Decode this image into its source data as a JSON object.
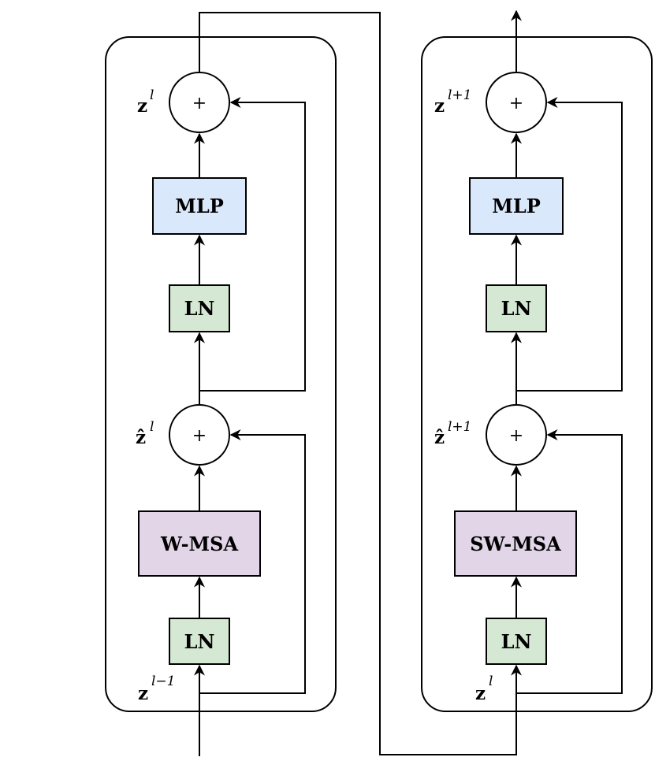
{
  "colors": {
    "mlp_fill": "#dae8fc",
    "ln_fill": "#d5e8d4",
    "msa_fill": "#e1d5e7",
    "stroke": "#000000"
  },
  "blocks": [
    {
      "mlp_label": "MLP",
      "ln_top_label": "LN",
      "attention_label": "W-MSA",
      "ln_bottom_label": "LN",
      "add_top_symbol": "+",
      "add_bottom_symbol": "+",
      "out_var": "z",
      "out_sup": "l",
      "mid_var": "ẑ",
      "mid_sup": "l",
      "in_var": "z",
      "in_sup": "l−1"
    },
    {
      "mlp_label": "MLP",
      "ln_top_label": "LN",
      "attention_label": "SW-MSA",
      "ln_bottom_label": "LN",
      "add_top_symbol": "+",
      "add_bottom_symbol": "+",
      "out_var": "z",
      "out_sup": "l+1",
      "mid_var": "ẑ",
      "mid_sup": "l+1",
      "in_var": "z",
      "in_sup": "l"
    }
  ]
}
